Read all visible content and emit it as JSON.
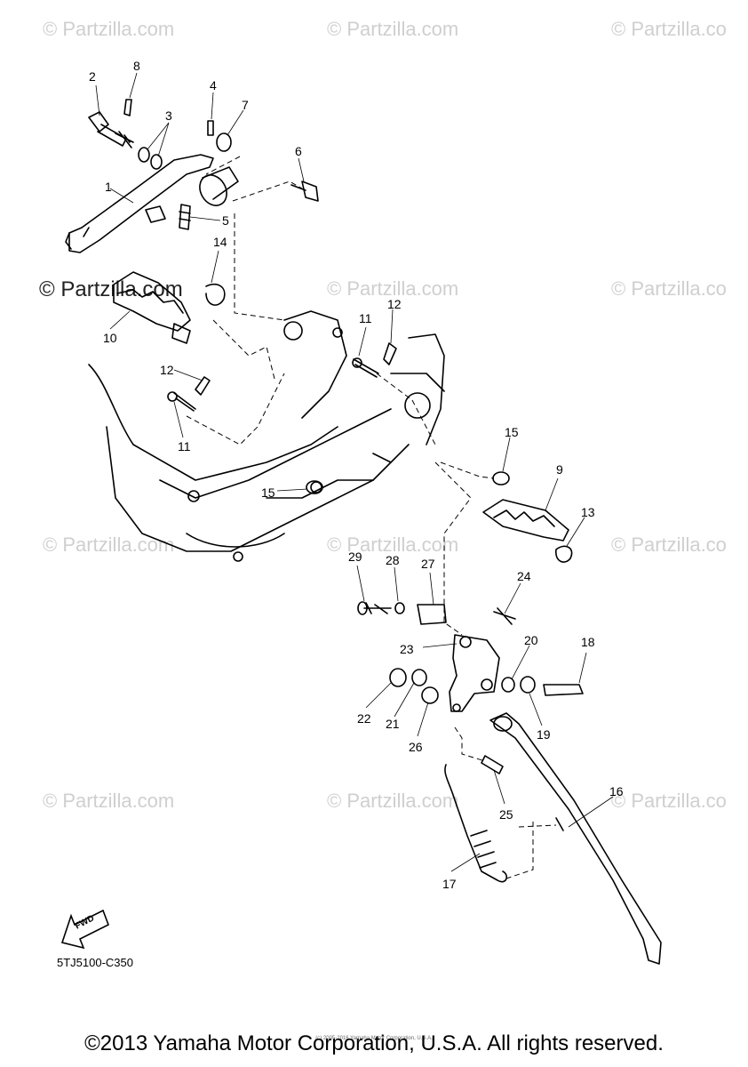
{
  "watermarks": [
    "© Partzilla.com",
    "© Partzilla.com",
    "© Partzilla.co",
    "© Partzilla.com",
    "© Partzilla.com",
    "© Partzilla.co",
    "© Partzilla.com",
    "© Partzilla.com",
    "© Partzilla.co",
    "© Partzilla.com",
    "© Partzilla.com",
    "© Partzilla.co"
  ],
  "watermark_dark": "© Partzilla.com",
  "callouts": [
    "1",
    "2",
    "3",
    "4",
    "5",
    "6",
    "7",
    "8",
    "9",
    "10",
    "11",
    "11",
    "12",
    "12",
    "13",
    "14",
    "15",
    "15",
    "16",
    "17",
    "18",
    "19",
    "20",
    "21",
    "22",
    "23",
    "24",
    "25",
    "26",
    "27",
    "28",
    "29"
  ],
  "fwd_label": "FWD",
  "diagram_code": "5TJ5100-C350",
  "copyright": "©2013 Yamaha Motor Corporation, U.S.A. All rights reserved.",
  "tiny_copyright": "(c) 2005-2016 Yamaha Motor Corporation, U.S.A."
}
